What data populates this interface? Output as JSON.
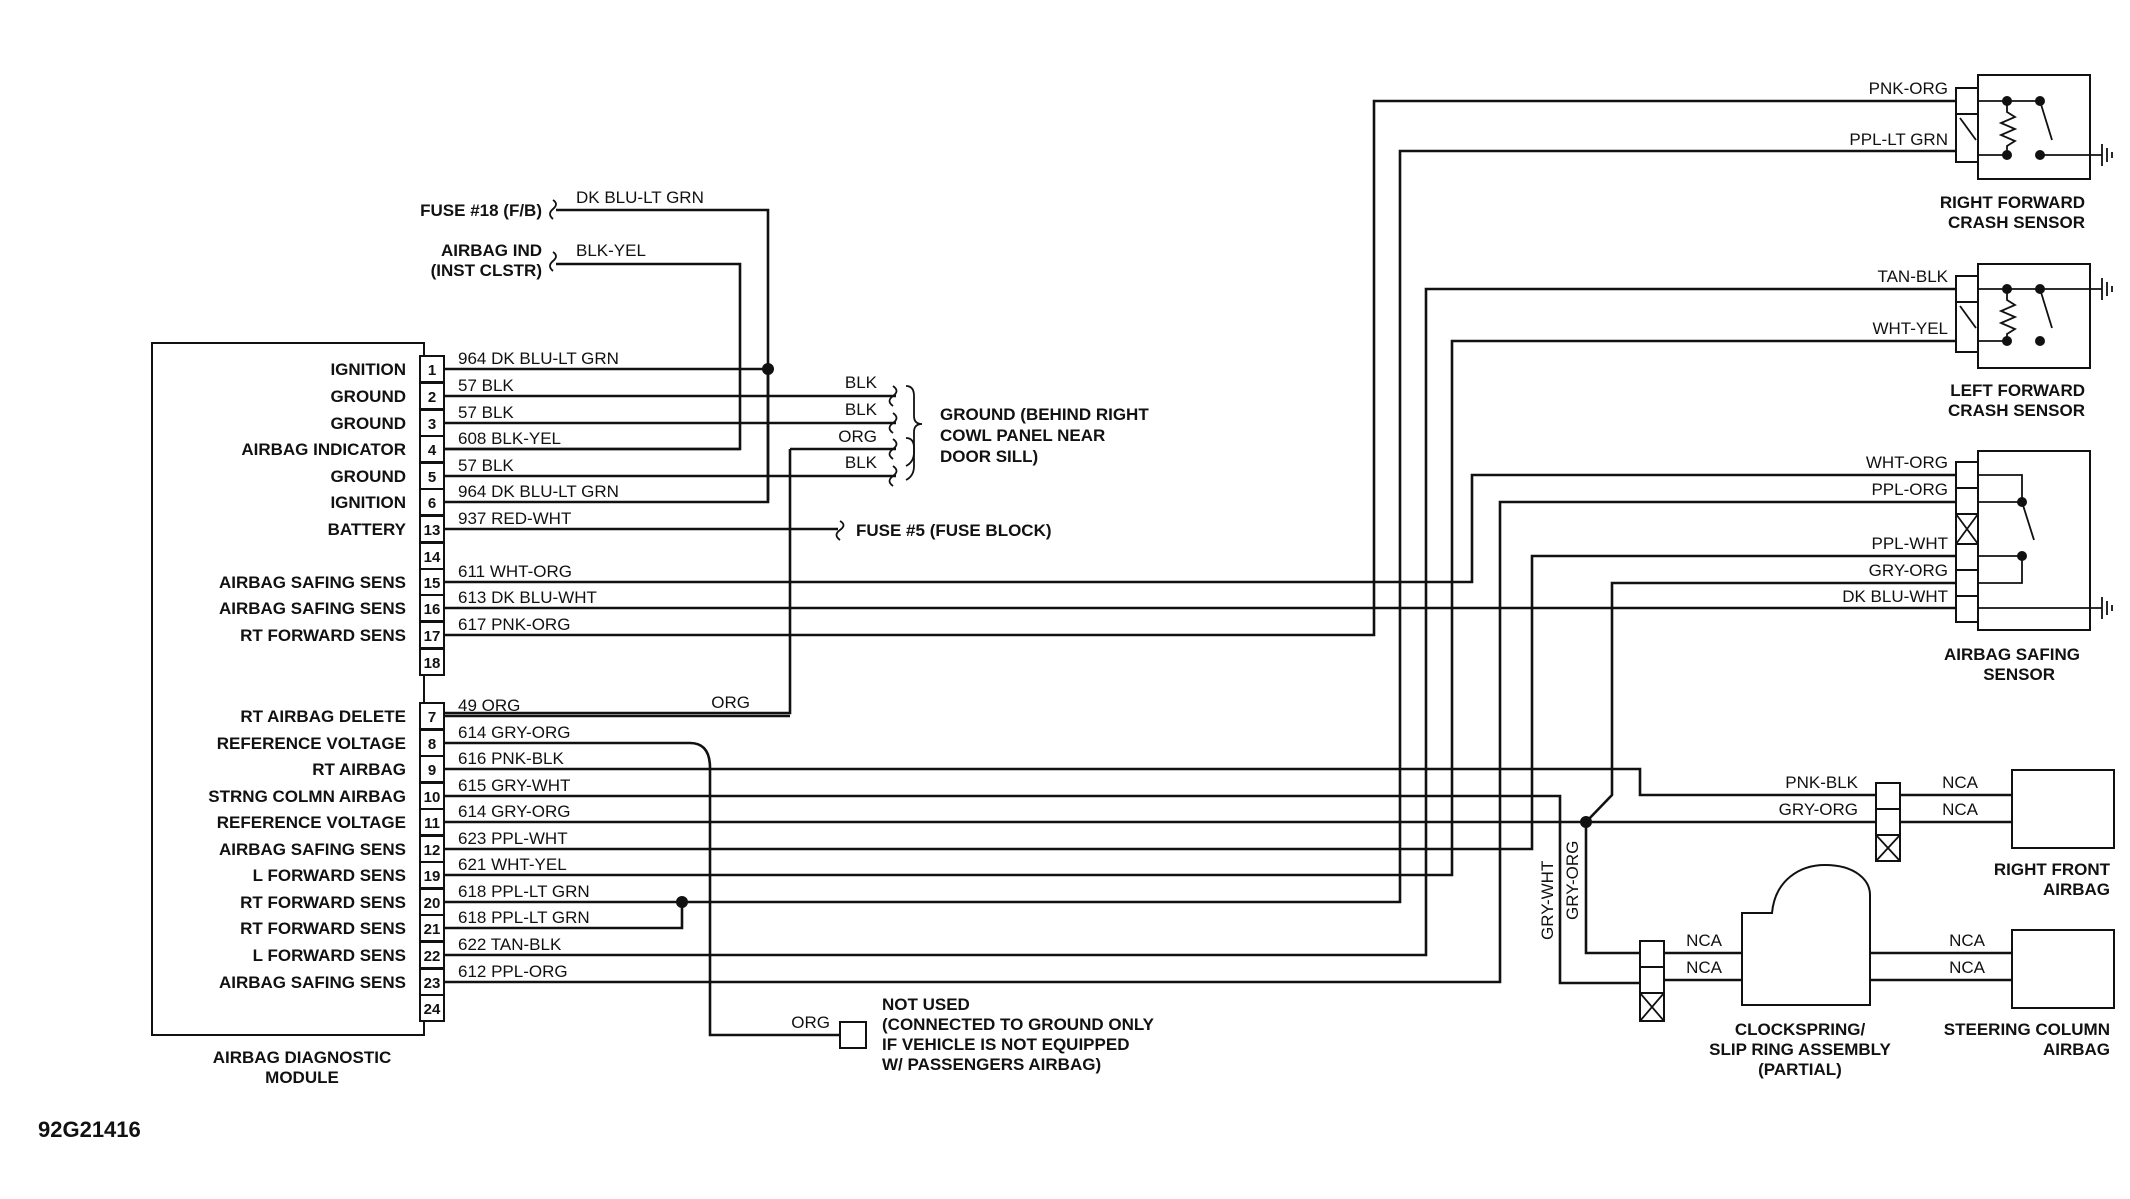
{
  "module": {
    "name": "AIRBAG DIAGNOSTIC\nMODULE",
    "pins": [
      {
        "num": "1",
        "label": "IGNITION",
        "wire": "964 DK BLU-LT GRN"
      },
      {
        "num": "2",
        "label": "GROUND",
        "wire": "57 BLK"
      },
      {
        "num": "3",
        "label": "GROUND",
        "wire": "57 BLK"
      },
      {
        "num": "4",
        "label": "AIRBAG INDICATOR",
        "wire": "608 BLK-YEL"
      },
      {
        "num": "5",
        "label": "GROUND",
        "wire": "57 BLK"
      },
      {
        "num": "6",
        "label": "IGNITION",
        "wire": "964 DK BLU-LT GRN"
      },
      {
        "num": "13",
        "label": "BATTERY",
        "wire": "937 RED-WHT"
      },
      {
        "num": "14",
        "label": "",
        "wire": ""
      },
      {
        "num": "15",
        "label": "AIRBAG SAFING SENS",
        "wire": "611 WHT-ORG"
      },
      {
        "num": "16",
        "label": "AIRBAG SAFING SENS",
        "wire": "613 DK BLU-WHT"
      },
      {
        "num": "17",
        "label": "RT FORWARD SENS",
        "wire": "617 PNK-ORG"
      },
      {
        "num": "18",
        "label": "",
        "wire": ""
      },
      {
        "num": "7",
        "label": "RT AIRBAG DELETE",
        "wire": "49 ORG"
      },
      {
        "num": "8",
        "label": "REFERENCE VOLTAGE",
        "wire": "614 GRY-ORG"
      },
      {
        "num": "9",
        "label": "RT AIRBAG",
        "wire": "616 PNK-BLK"
      },
      {
        "num": "10",
        "label": "STRNG COLMN AIRBAG",
        "wire": "615 GRY-WHT"
      },
      {
        "num": "11",
        "label": "REFERENCE VOLTAGE",
        "wire": "614 GRY-ORG"
      },
      {
        "num": "12",
        "label": "AIRBAG SAFING SENS",
        "wire": "623 PPL-WHT"
      },
      {
        "num": "19",
        "label": "L FORWARD SENS",
        "wire": "621 WHT-YEL"
      },
      {
        "num": "20",
        "label": "RT FORWARD SENS",
        "wire": "618 PPL-LT GRN"
      },
      {
        "num": "21",
        "label": "RT FORWARD SENS",
        "wire": "618 PPL-LT GRN"
      },
      {
        "num": "22",
        "label": "L FORWARD SENS",
        "wire": "622 TAN-BLK"
      },
      {
        "num": "23",
        "label": "AIRBAG SAFING SENS",
        "wire": "612 PPL-ORG"
      },
      {
        "num": "24",
        "label": "",
        "wire": ""
      }
    ]
  },
  "fuse18": {
    "label": "FUSE #18 (F/B)",
    "wire": "DK BLU-LT GRN"
  },
  "airbag_ind": {
    "label1": "AIRBAG IND",
    "label2": "(INST CLSTR)",
    "wire": "BLK-YEL"
  },
  "ground_block": {
    "wires": [
      "BLK",
      "BLK",
      "ORG",
      "BLK"
    ],
    "label1": "GROUND (BEHIND RIGHT",
    "label2": "COWL PANEL NEAR",
    "label3": "DOOR SILL)"
  },
  "fuse5": {
    "label": "FUSE #5 (FUSE BLOCK)"
  },
  "org_jumper": "ORG",
  "rf_crash_sensor": {
    "wire1": "PNK-ORG",
    "wire2": "PPL-LT GRN",
    "label1": "RIGHT FORWARD",
    "label2": "CRASH SENSOR"
  },
  "lf_crash_sensor": {
    "wire1": "TAN-BLK",
    "wire2": "WHT-YEL",
    "label1": "LEFT FORWARD",
    "label2": "CRASH SENSOR"
  },
  "safing_sensor": {
    "wires": [
      "WHT-ORG",
      "PPL-ORG",
      "PPL-WHT",
      "GRY-ORG",
      "DK BLU-WHT"
    ],
    "label1": "AIRBAG SAFING",
    "label2": "SENSOR"
  },
  "right_front_airbag": {
    "wire1": "PNK-BLK",
    "wire2": "GRY-ORG",
    "nca1": "NCA",
    "nca2": "NCA",
    "label1": "RIGHT FRONT",
    "label2": "AIRBAG"
  },
  "vertical_wires": {
    "left": "GRY-WHT",
    "right": "GRY-ORG"
  },
  "clockspring": {
    "nca_in1": "NCA",
    "nca_in2": "NCA",
    "nca_out1": "NCA",
    "nca_out2": "NCA",
    "label1": "CLOCKSPRING/",
    "label2": "SLIP RING ASSEMBLY",
    "label3": "(PARTIAL)"
  },
  "steering_airbag": {
    "label1": "STEERING COLUMN",
    "label2": "AIRBAG"
  },
  "not_used": {
    "wire": "ORG",
    "line1": "NOT USED",
    "line2": "(CONNECTED TO GROUND ONLY",
    "line3": "IF VEHICLE IS NOT EQUIPPED",
    "line4": "W/ PASSENGERS AIRBAG)"
  },
  "figure_id": "92G21416"
}
